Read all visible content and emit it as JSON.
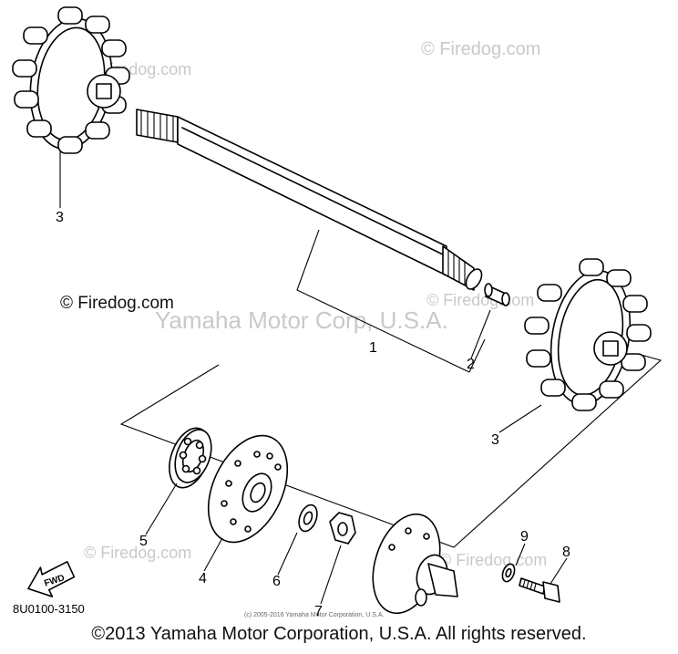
{
  "diagram": {
    "part_code": "8U0100-3150",
    "fwd_label": "FWD",
    "small_copyright": "(c) 2005-2016 Yamaha Motor Corporation, U.S.A.",
    "copyright": "©2013 Yamaha Motor Corporation, U.S.A. All rights reserved.",
    "watermarks": {
      "firedog": "© Firedog.com",
      "yamaha": "Yamaha Motor Corp, U.S.A."
    },
    "callouts": {
      "c1": "1",
      "c2": "2",
      "c3_left": "3",
      "c3_right": "3",
      "c4": "4",
      "c5": "5",
      "c6": "6",
      "c7": "7",
      "c8": "8",
      "c9": "9"
    }
  }
}
